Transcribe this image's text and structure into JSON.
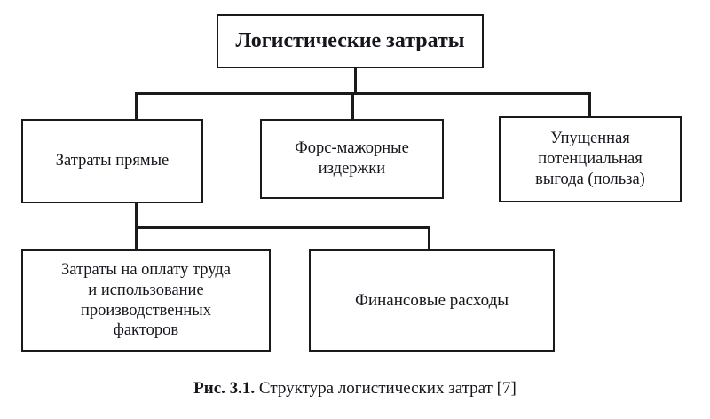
{
  "figure": {
    "caption_number": "Рис. 3.1.",
    "caption_text": " Структура логистических затрат [7]"
  },
  "diagram": {
    "type": "hierarchy-tree",
    "root": {
      "id": "root",
      "label": "Логистические затраты"
    },
    "level2": [
      {
        "id": "direct",
        "label": "Затраты прямые"
      },
      {
        "id": "force-majeure",
        "label": "Форс-мажорные\nиздержки"
      },
      {
        "id": "lost-benefit",
        "label": "Упущенная\nпотенциальная\nвыгода (польза)"
      }
    ],
    "level3": [
      {
        "id": "labor",
        "parent": "direct",
        "label": "Затраты на оплату труда\nи использование\nпроизводственных\nфакторов"
      },
      {
        "id": "finance",
        "parent": "direct",
        "label": "Финансовые расходы"
      }
    ],
    "colors": {
      "border": "#1a1a1a",
      "background": "#ffffff",
      "text": "#14161c"
    }
  }
}
